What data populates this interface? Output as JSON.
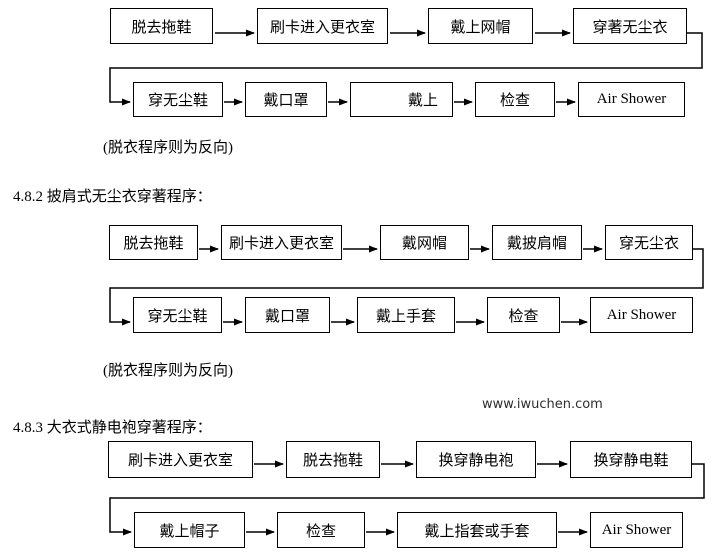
{
  "watermark": "www.iwuchen.com",
  "colors": {
    "line": "#000000",
    "text": "#000000",
    "background": "#ffffff",
    "watermark": "#2e2e2e"
  },
  "sections": [
    {
      "note": "(脱衣程序则为反向)",
      "row1": [
        "脱去拖鞋",
        "刷卡进入更衣室",
        "戴上网帽",
        "穿著无尘衣"
      ],
      "row2": [
        "穿无尘鞋",
        "戴口罩",
        "戴上",
        "检查",
        "Air Shower"
      ]
    },
    {
      "heading": "4.8.2 披肩式无尘衣穿著程序：",
      "note": "(脱衣程序则为反向)",
      "row1": [
        "脱去拖鞋",
        "刷卡进入更衣室",
        "戴网帽",
        "戴披肩帽",
        "穿无尘衣"
      ],
      "row2": [
        "穿无尘鞋",
        "戴口罩",
        "戴上手套",
        "检查",
        "Air Shower"
      ]
    },
    {
      "heading": "4.8.3 大衣式静电袍穿著程序：",
      "row1": [
        "刷卡进入更衣室",
        "脱去拖鞋",
        "换穿静电袍",
        "换穿静电鞋"
      ],
      "row2": [
        "戴上帽子",
        "检查",
        "戴上指套或手套",
        "Air Shower"
      ]
    }
  ]
}
